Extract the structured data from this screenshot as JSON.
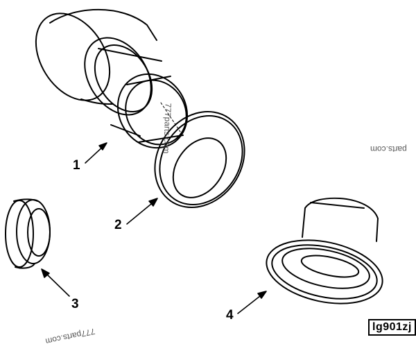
{
  "callouts": [
    "1",
    "2",
    "3",
    "4"
  ],
  "figure_id": "lg901zj",
  "watermark_a": "777parts.com",
  "watermark_b": "parts.com",
  "watermark_c": "777parts.com"
}
